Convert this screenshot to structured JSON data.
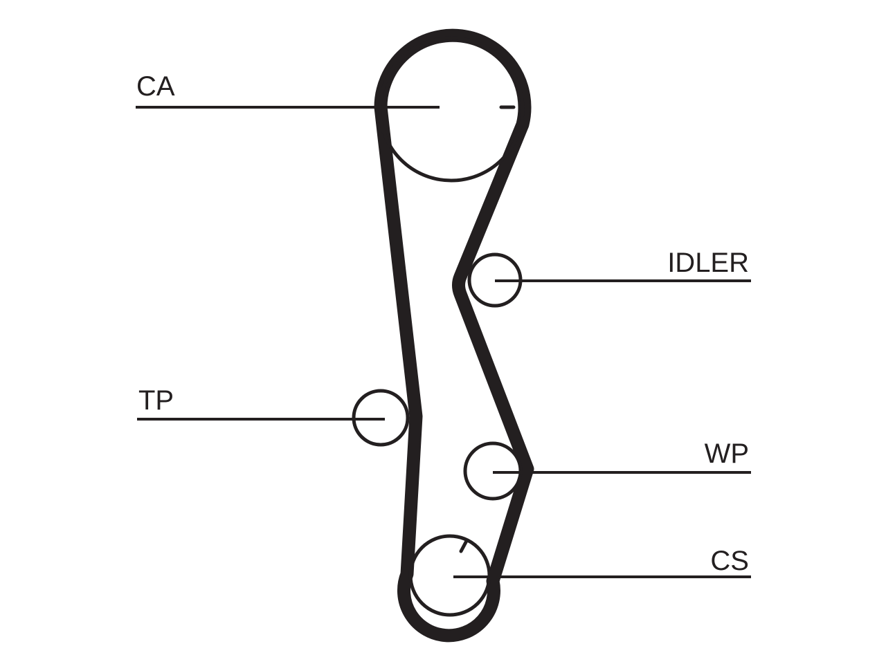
{
  "labels": {
    "ca": "CA",
    "idler": "IDLER",
    "tp": "TP",
    "wp": "WP",
    "cs": "CS"
  },
  "colors": {
    "ink": "#231f20",
    "background": "#ffffff"
  }
}
